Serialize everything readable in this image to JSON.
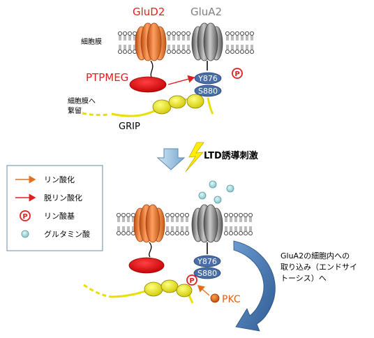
{
  "top": {
    "glud2_label": "GluD2",
    "glua2_label": "GluA2",
    "membrane_label": "細胞膜",
    "ptpmeg_label": "PTPMEG",
    "y876_label": "Y876",
    "s880_label": "S880",
    "p_label": "P",
    "anchor_label_line1": "細胞膜へ",
    "anchor_label_line2": "繋留",
    "grip_label": "GRIP"
  },
  "stimulus": {
    "label": "LTD誘導刺激"
  },
  "legend": {
    "items": [
      {
        "label": "リン酸化",
        "kind": "arrow",
        "color": "#e07020"
      },
      {
        "label": "脱リン酸化",
        "kind": "arrow",
        "color": "#e02020"
      },
      {
        "label": "リン酸基",
        "kind": "phospho",
        "symbol": "P",
        "color": "#e02020"
      },
      {
        "label": "グルタミン酸",
        "kind": "dot",
        "color": "#9fd3d8"
      }
    ]
  },
  "bottom": {
    "y876_label": "Y876",
    "s880_label": "S880",
    "p_label": "P",
    "pkc_label": "PKC",
    "endocytosis_line1": "GluA2の細胞内への",
    "endocytosis_line2": "取り込み（エンドサイ",
    "endocytosis_line3": "トーシス）へ"
  },
  "colors": {
    "glud2": "#f07a30",
    "glua2": "#8a8a8a",
    "red_label": "#e02020",
    "gray_label": "#808080",
    "ptpmeg": "#e00000",
    "site_blue": "#4a6fa8",
    "grip_yellow": "#f0f000",
    "curve_arrow": "#4a78b0",
    "pkc": "#e06010"
  }
}
